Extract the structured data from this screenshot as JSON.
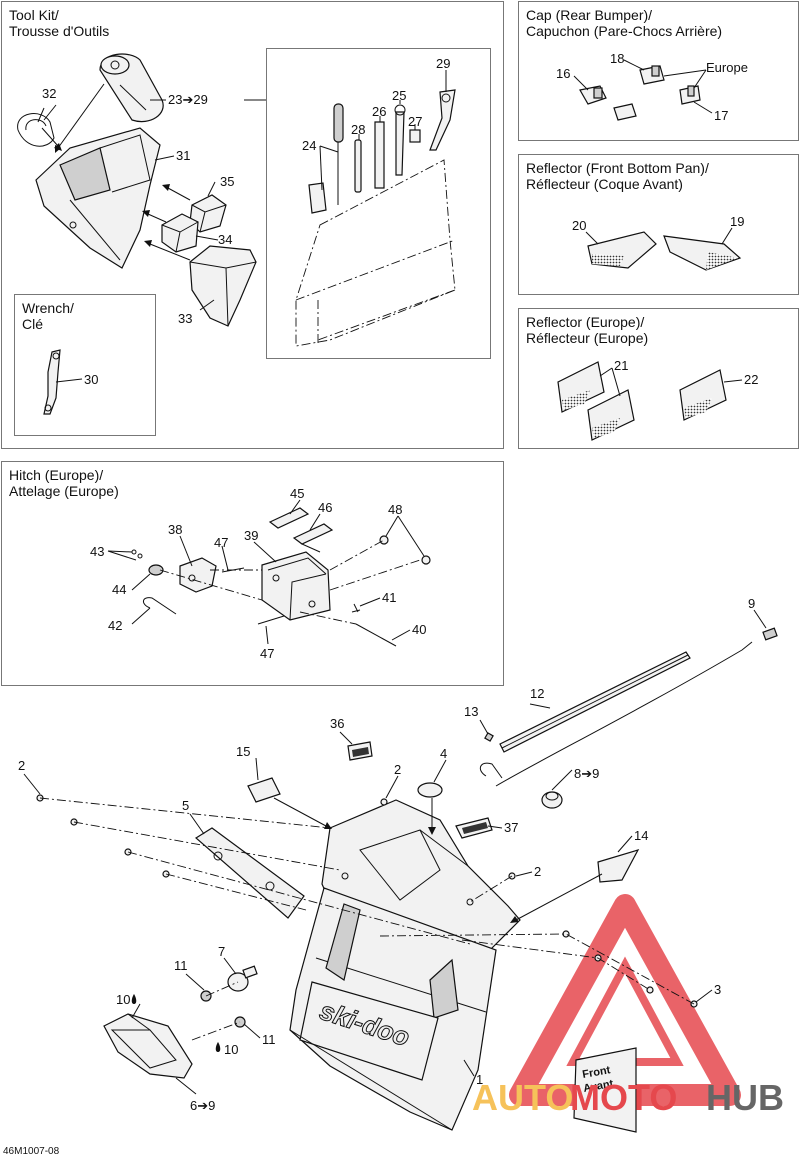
{
  "panels": {
    "tool_kit": {
      "title1": "Tool Kit/",
      "title2": "Trousse d'Outils"
    },
    "wrench": {
      "title1": "Wrench/",
      "title2": "Clé"
    },
    "cap": {
      "title1": "Cap (Rear Bumper)/",
      "title2": "Capuchon (Pare-Chocs Arrière)"
    },
    "reflector_front": {
      "title1": "Reflector (Front Bottom Pan)/",
      "title2": "Réflecteur (Coque Avant)"
    },
    "reflector_europe": {
      "title1": "Reflector (Europe)/",
      "title2": "Réflecteur (Europe)"
    },
    "hitch": {
      "title1": "Hitch (Europe)/",
      "title2": "Attelage (Europe)"
    }
  },
  "labels": {
    "europe": "Europe",
    "p1": "1",
    "p2": "2",
    "p3": "3",
    "p4": "4",
    "p5": "5",
    "p6_9": "6➔9",
    "p7": "7",
    "p8_9": "8➔9",
    "p9": "9",
    "p10": "10",
    "p11": "11",
    "p12": "12",
    "p13": "13",
    "p14": "14",
    "p15": "15",
    "p16": "16",
    "p17": "17",
    "p18": "18",
    "p19": "19",
    "p20": "20",
    "p21": "21",
    "p22": "22",
    "p23_29": "23➔29",
    "p24": "24",
    "p25": "25",
    "p26": "26",
    "p27": "27",
    "p28": "28",
    "p29": "29",
    "p30": "30",
    "p31": "31",
    "p32": "32",
    "p33": "33",
    "p34": "34",
    "p35": "35",
    "p36": "36",
    "p37": "37",
    "p38": "38",
    "p39": "39",
    "p40": "40",
    "p41": "41",
    "p42": "42",
    "p43": "43",
    "p44": "44",
    "p45": "45",
    "p46": "46",
    "p47": "47",
    "p48": "48"
  },
  "brand_text": "ski-doo",
  "front_sticker": {
    "line1": "Front",
    "line2": "Avant"
  },
  "watermark": {
    "auto": "AUTO",
    "moto": "MOTO",
    "hub": "HUB"
  },
  "footer_code": "46M1007-08",
  "colors": {
    "watermark_red": "#e5484d",
    "watermark_yellow": "#f6c25a",
    "watermark_gray": "#666666"
  }
}
